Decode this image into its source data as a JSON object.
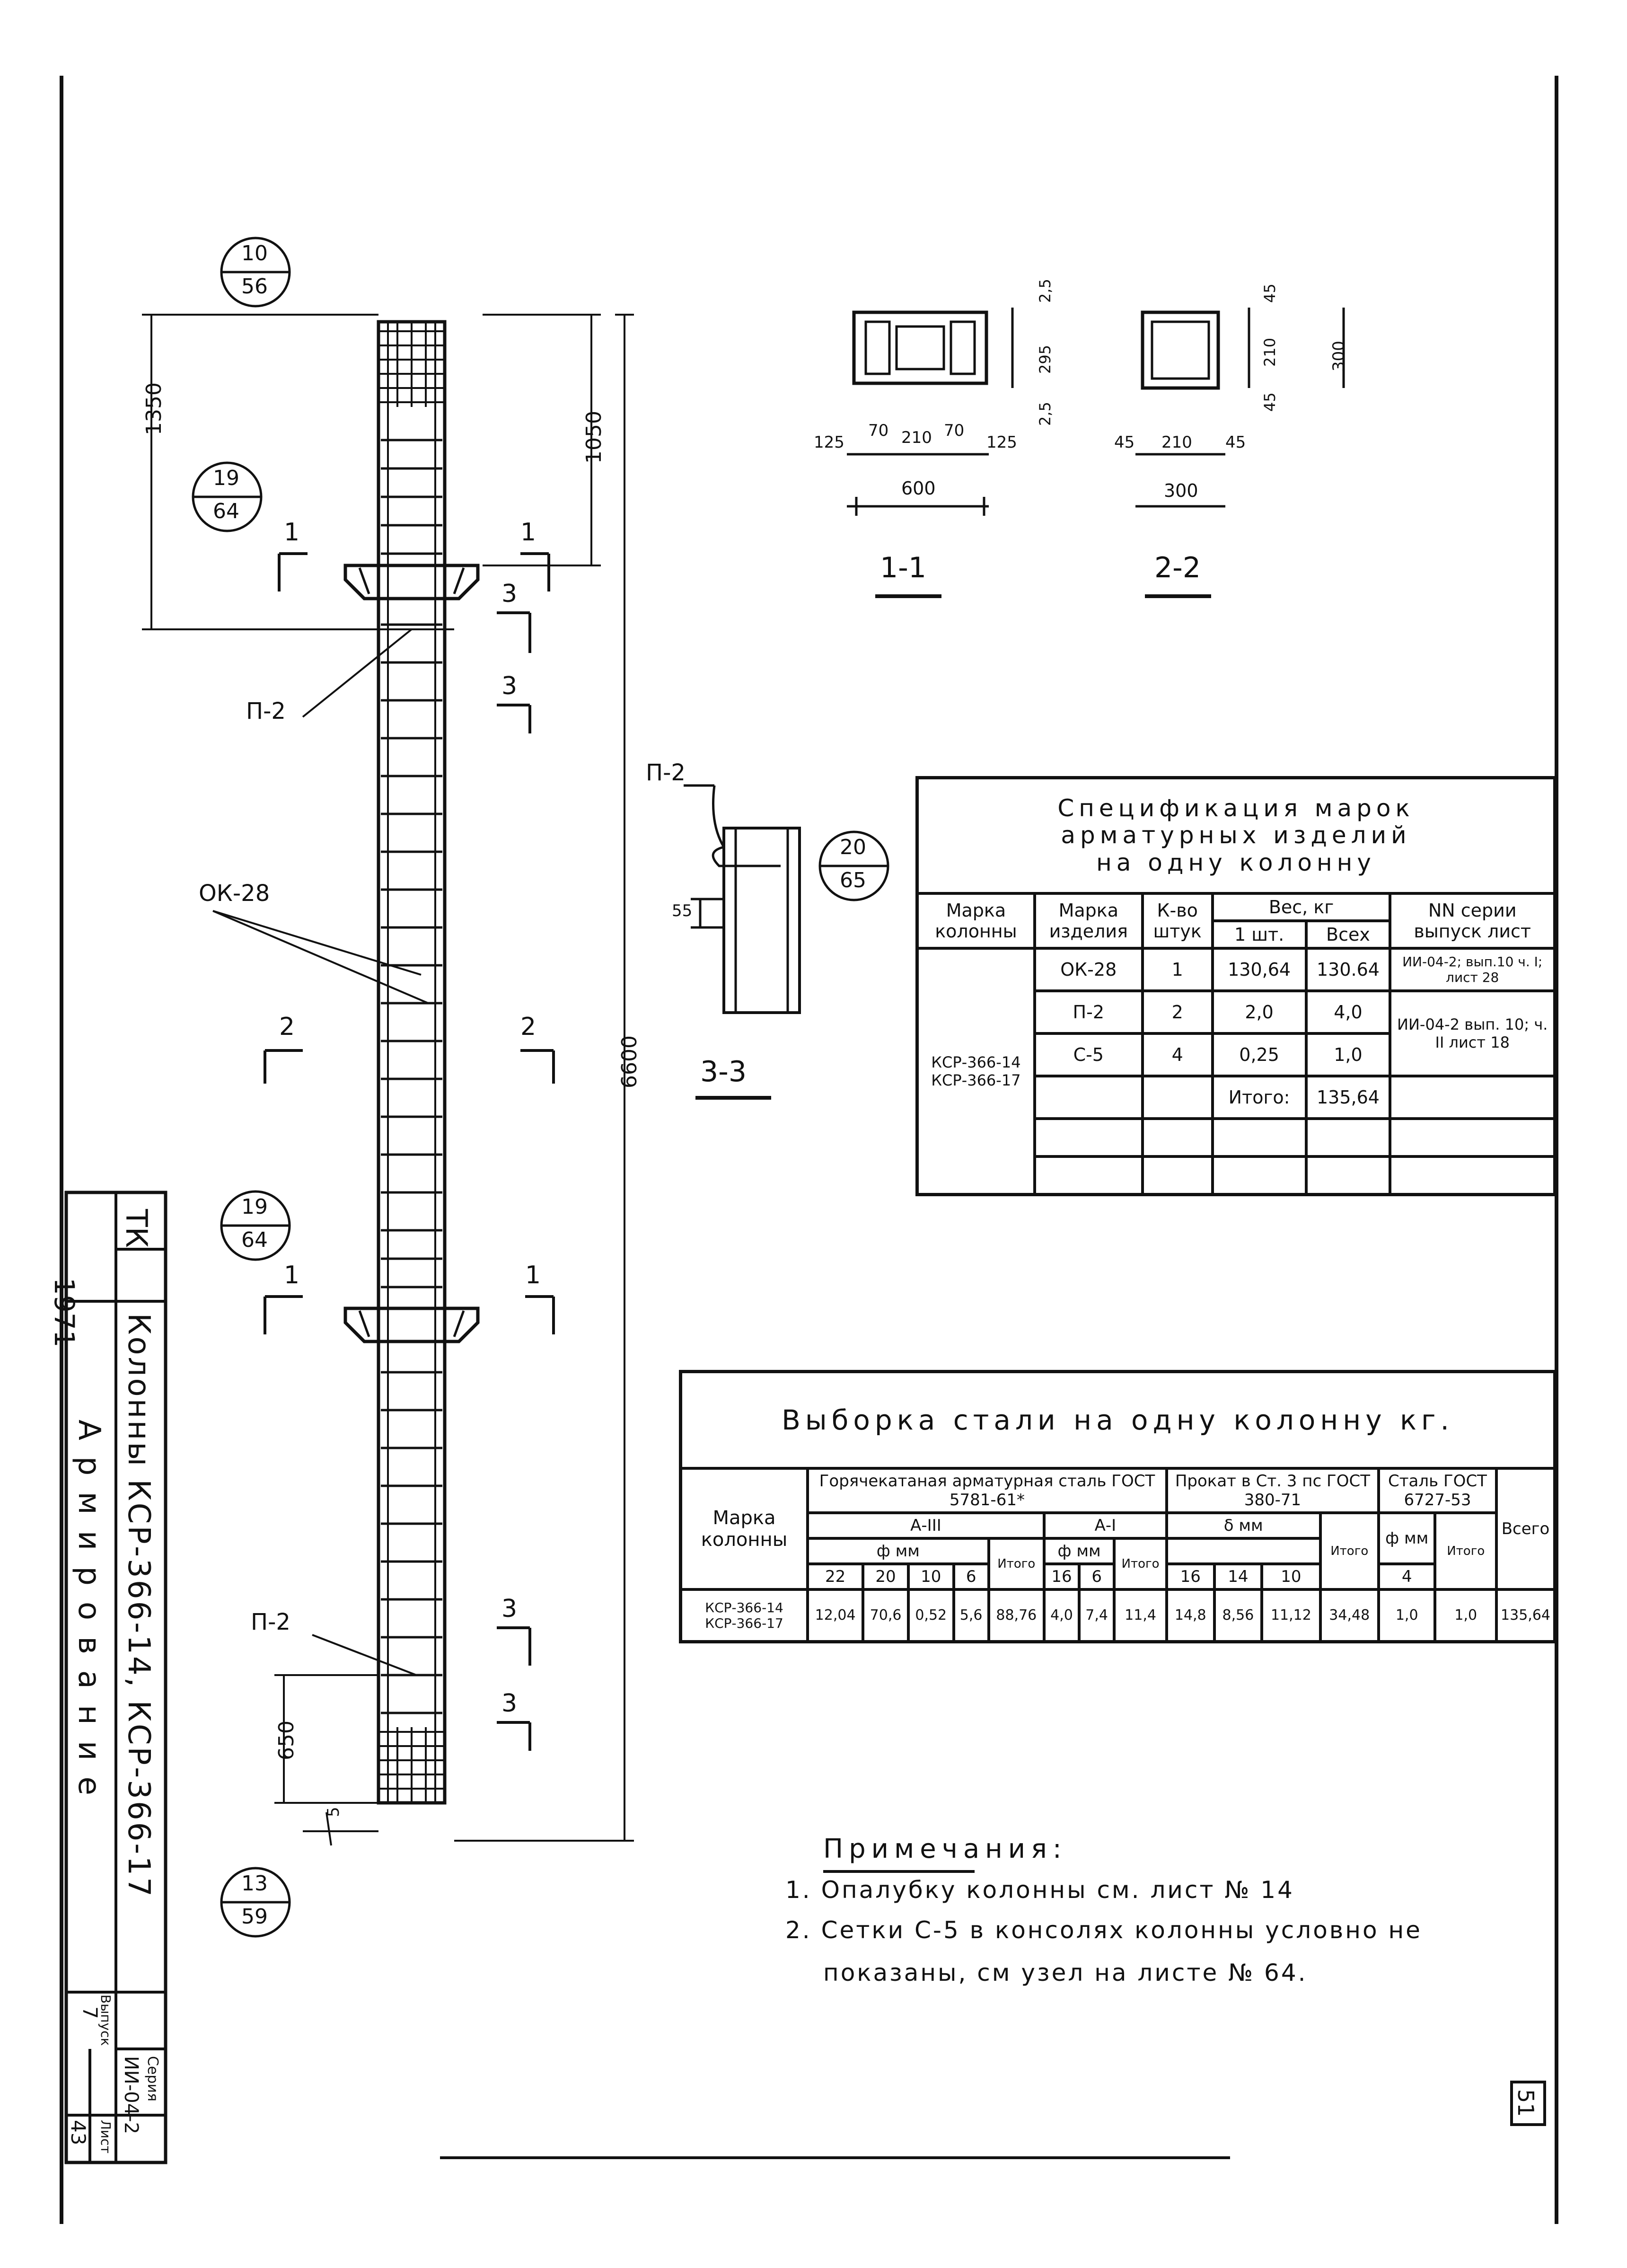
{
  "title_block": {
    "year": "1971",
    "type_code": "ТК",
    "product": "Колонны КСР-366-14, КСР-366-17",
    "subject": "Армирование",
    "series_label": "Серия",
    "series": "ИИ-04-2",
    "issue_label": "Выпуск",
    "issue": "7",
    "sheet_label": "Лист",
    "sheet": "43"
  },
  "column_elevation": {
    "dims": {
      "top_1350": "1350",
      "top_1050": "1050",
      "height_6600": "6600",
      "bottom_650": "650",
      "bottom_5": "5"
    },
    "refs": [
      {
        "num": "10",
        "den": "56"
      },
      {
        "num": "19",
        "den": "64"
      },
      {
        "num": "19",
        "den": "64"
      },
      {
        "num": "13",
        "den": "59"
      }
    ],
    "cuts": {
      "c1": "1",
      "c2": "2",
      "c3": "3"
    },
    "labels": {
      "p2_top": "П-2",
      "p2_bottom": "П-2",
      "ok28": "ОК-28"
    }
  },
  "sections": {
    "s11": {
      "title": "1-1",
      "dims": [
        "125",
        "70",
        "210",
        "70",
        "125",
        "600",
        "2,5",
        "295",
        "2,5"
      ]
    },
    "s22": {
      "title": "2-2",
      "dims": [
        "45",
        "210",
        "45",
        "300",
        "45",
        "210",
        "45",
        "300"
      ]
    },
    "s33": {
      "title": "3-3",
      "label": "П-2",
      "dim": "55",
      "ref_num": "20",
      "ref_den": "65"
    }
  },
  "spec_table": {
    "title_line1": "Спецификация марок",
    "title_line2": "арматурных изделий",
    "title_line3": "на одну колонну",
    "headers": {
      "col_mark": "Марка колонны",
      "item_mark": "Марка изделия",
      "qty": "К-во штук",
      "weight": "Вес, кг",
      "weight_one": "1 шт.",
      "weight_all": "Всех",
      "series": "NN серии выпуск лист"
    },
    "column_marks": "КСР-366-14\nКСР-366-17",
    "rows": [
      {
        "item": "ОК-28",
        "qty": "1",
        "w1": "130,64",
        "wall": "130.64",
        "ref": "ИИ-04-2; вып.10 ч. I; лист 28"
      },
      {
        "item": "П-2",
        "qty": "2",
        "w1": "2,0",
        "wall": "4,0",
        "ref": "ИИ-04-2 вып. 10; ч. II лист 18"
      },
      {
        "item": "С-5",
        "qty": "4",
        "w1": "0,25",
        "wall": "1,0",
        "ref": ""
      }
    ],
    "total_label": "Итого:",
    "total_value": "135,64"
  },
  "steel_table": {
    "title": "Выборка стали на одну колонну кг.",
    "headers": {
      "col_mark": "Марка колонны",
      "hot_rolled": "Горячекатаная арматурная сталь ГОСТ 5781-61*",
      "a3": "А-III",
      "a1": "А-I",
      "phi_mm": "ф мм",
      "rolled": "Прокат в Ст. 3 пс ГОСТ 380-71",
      "delta_mm": "δ мм",
      "steel": "Сталь ГОСТ 6727-53",
      "itogo": "Итого",
      "vsego": "Всего"
    },
    "sizes": [
      "22",
      "20",
      "10",
      "6",
      "16",
      "6",
      "16",
      "14",
      "10",
      "4"
    ],
    "row_mark": "КСР-366-14\nКСР-366-17",
    "values": [
      "12,04",
      "70,6",
      "0,52",
      "5,6",
      "88,76",
      "4,0",
      "7,4",
      "11,4",
      "14,8",
      "8,56",
      "11,12",
      "34,48",
      "1,0",
      "1,0",
      "135,64"
    ]
  },
  "notes": {
    "title": "Примечания:",
    "n1": "1. Опалубку колонны см. лист № 14",
    "n2": "2. Сетки С-5 в консолях колонны условно не",
    "n3": "показаны, см узел на листе № 64."
  },
  "page_number": "51"
}
